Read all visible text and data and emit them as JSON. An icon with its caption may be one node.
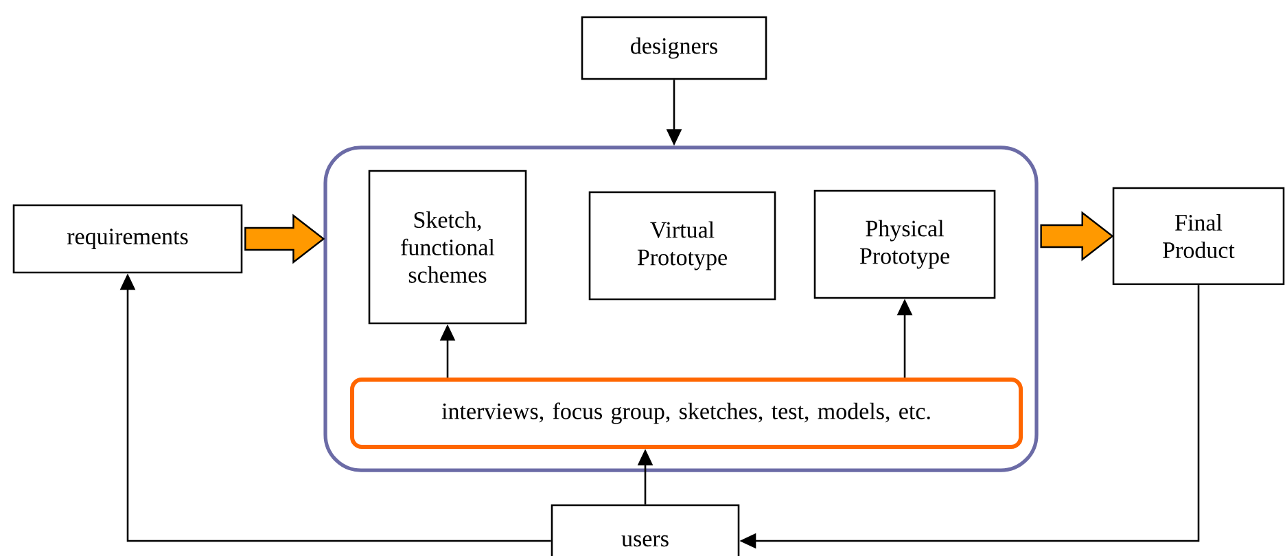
{
  "diagram": {
    "nodes": [
      {
        "text": [
          "designers"
        ]
      },
      {
        "text": [
          "requirements"
        ]
      },
      {
        "text": [],
        "shape": "box"
      },
      {
        "text": [
          "Sketch, functional schemes"
        ],
        "in": 2
      },
      {
        "text": [
          "Virtual Prototype"
        ],
        "in": 2
      },
      {
        "text": [
          "Physical Prototype"
        ],
        "in": 2
      },
      {
        "text": [
          "interviews, focus group, sketches, test, models, etc."
        ],
        "in": 2
      },
      {
        "text": [
          "Final Product"
        ]
      },
      {
        "text": [
          "users"
        ]
      }
    ],
    "edges": [
      {
        "from": 0,
        "to": 2,
        "arrow": "to"
      },
      {
        "from": 1,
        "to": 2,
        "arrow": "to",
        "style": "thick",
        "color": "#ff9900"
      },
      {
        "from": 2,
        "to": 7,
        "arrow": "to",
        "style": "thick",
        "color": "#ff9900"
      },
      {
        "from": 6,
        "to": 3,
        "arrow": "to"
      },
      {
        "from": 6,
        "to": 5,
        "arrow": "to"
      },
      {
        "from": 8,
        "to": 6,
        "arrow": "to"
      },
      {
        "from": 8,
        "to": 1,
        "arrow": "to"
      },
      {
        "from": 7,
        "to": 8,
        "arrow": "to"
      }
    ]
  }
}
